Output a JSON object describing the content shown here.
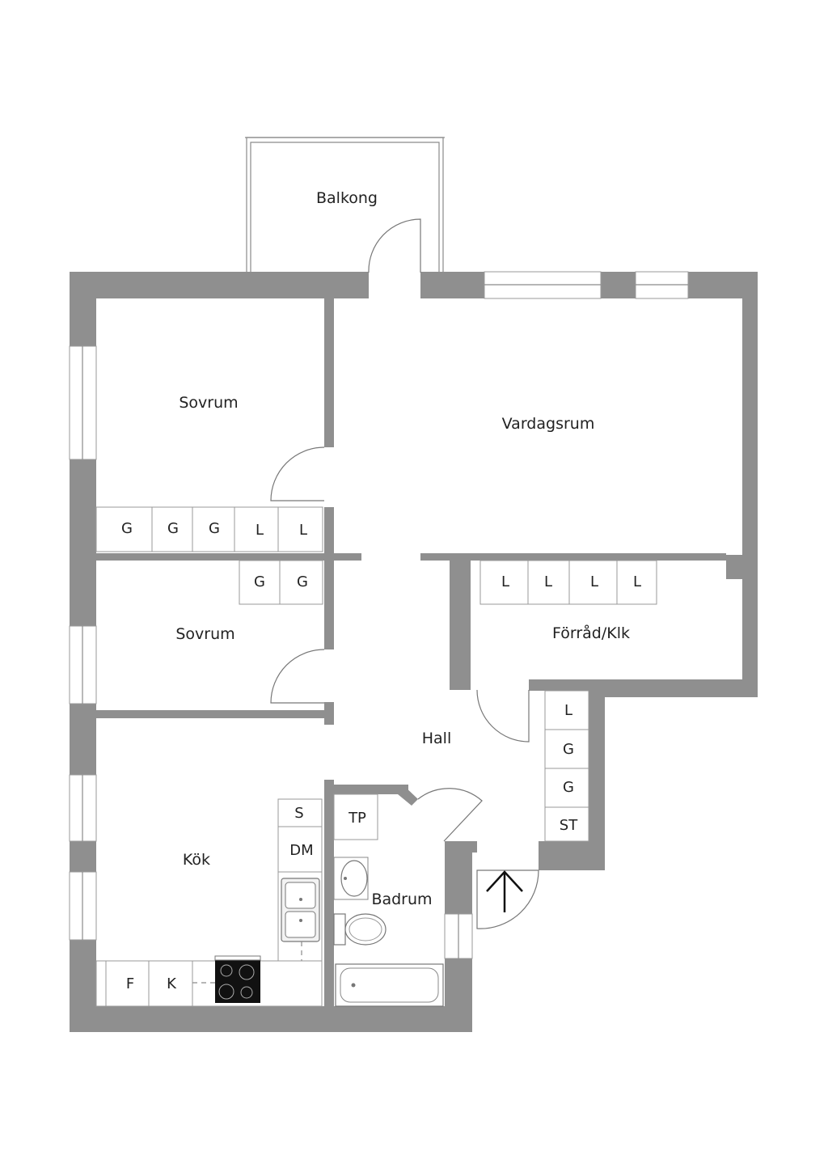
{
  "rooms": {
    "balkong": "Balkong",
    "sovrum_1": "Sovrum",
    "vardagsrum": "Vardagsrum",
    "sovrum_2": "Sovrum",
    "forrad": "Förråd/Klk",
    "hall": "Hall",
    "kok": "Kök",
    "badrum": "Badrum"
  },
  "fixtures": {
    "sovrum_1_wardrobes": [
      "G",
      "G",
      "G",
      "L",
      "L"
    ],
    "sovrum_2_wardrobes": [
      "G",
      "G"
    ],
    "forrad_shelves": [
      "L",
      "L",
      "L",
      "L"
    ],
    "hall_closets": [
      "L",
      "G",
      "G",
      "ST"
    ],
    "badrum_tp": "TP",
    "kitchen_s": "S",
    "kitchen_dm": "DM",
    "kitchen_f": "F",
    "kitchen_k": "K"
  },
  "colors": {
    "wall": "#8f8f8f",
    "background": "#ffffff"
  }
}
